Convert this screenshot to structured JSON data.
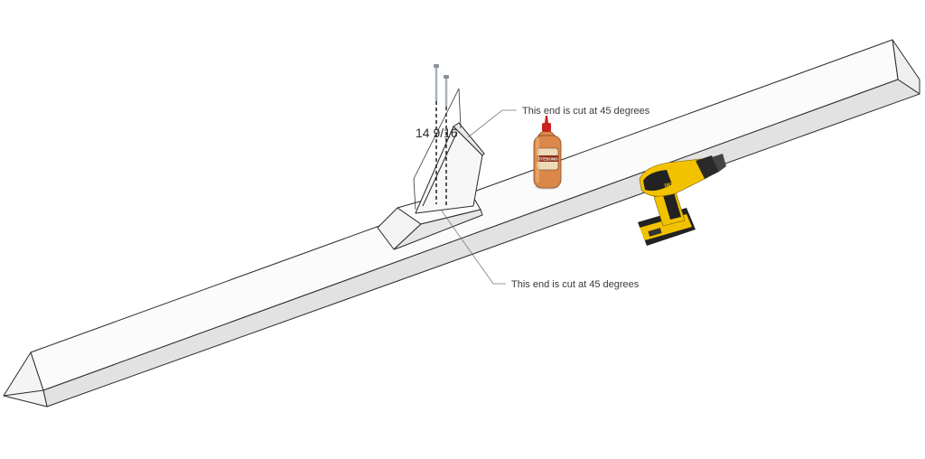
{
  "dimension": {
    "label": "14 9/16"
  },
  "annotations": {
    "top": "This end is cut at 45 degrees",
    "bottom": "This end is cut at 45 degrees"
  },
  "glue_bottle": {
    "brand_text": "TITEBOND"
  },
  "drill": {
    "brand_text": "DEWALT"
  },
  "colors": {
    "edge": "#2b2b2b",
    "face_top": "#fbfbfb",
    "face_side": "#e2e2e2",
    "face_end": "#efefef",
    "drill_yellow": "#f2c200",
    "drill_black": "#222222",
    "glue_body": "#d9884a",
    "glue_cap": "#c8241b",
    "screw": "#a9b0b8"
  }
}
